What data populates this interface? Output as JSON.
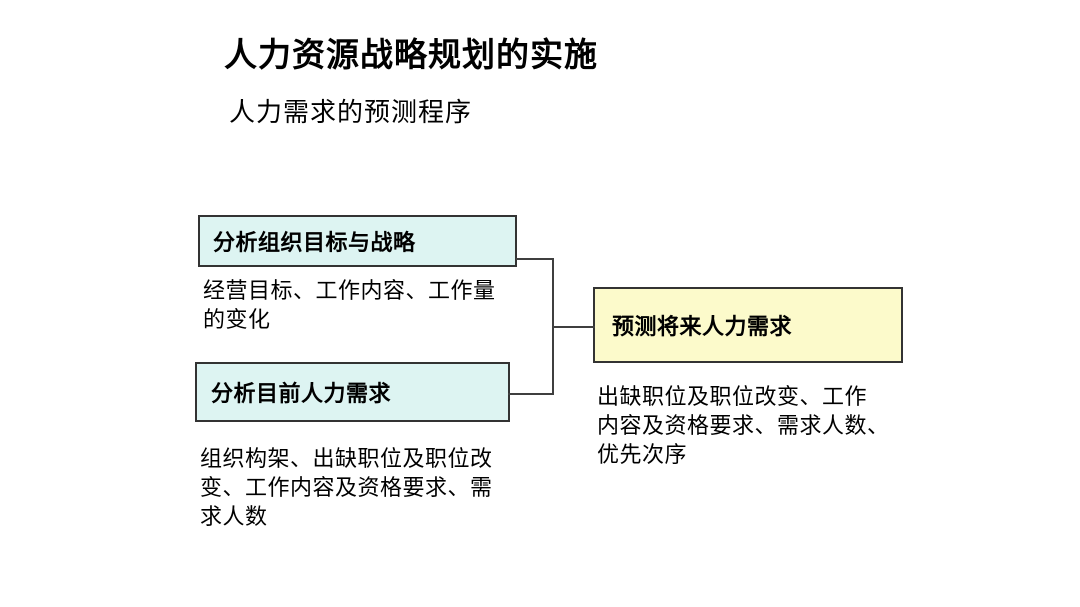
{
  "slide": {
    "title": "人力资源战略规划的实施",
    "subtitle": "人力需求的预测程序"
  },
  "diagram": {
    "colors": {
      "process_box_fill": "#ddf4f2",
      "result_box_fill": "#fcfacb",
      "box_border": "#333333",
      "connector": "#3f3f3f",
      "text": "#000000",
      "background": "#ffffff"
    },
    "boxes": [
      {
        "id": "analyze-goals",
        "label": "分析组织目标与战略",
        "note": "经营目标、工作内容、工作量\n的变化"
      },
      {
        "id": "analyze-current-demand",
        "label": "分析目前人力需求",
        "note": "组织构架、出缺职位及职位改\n变、工作内容及资格要求、需\n求人数"
      },
      {
        "id": "forecast-future-demand",
        "label": "预测将来人力需求",
        "note": "出缺职位及职位改变、工作\n内容及资格要求、需求人数、\n优先次序"
      }
    ]
  }
}
